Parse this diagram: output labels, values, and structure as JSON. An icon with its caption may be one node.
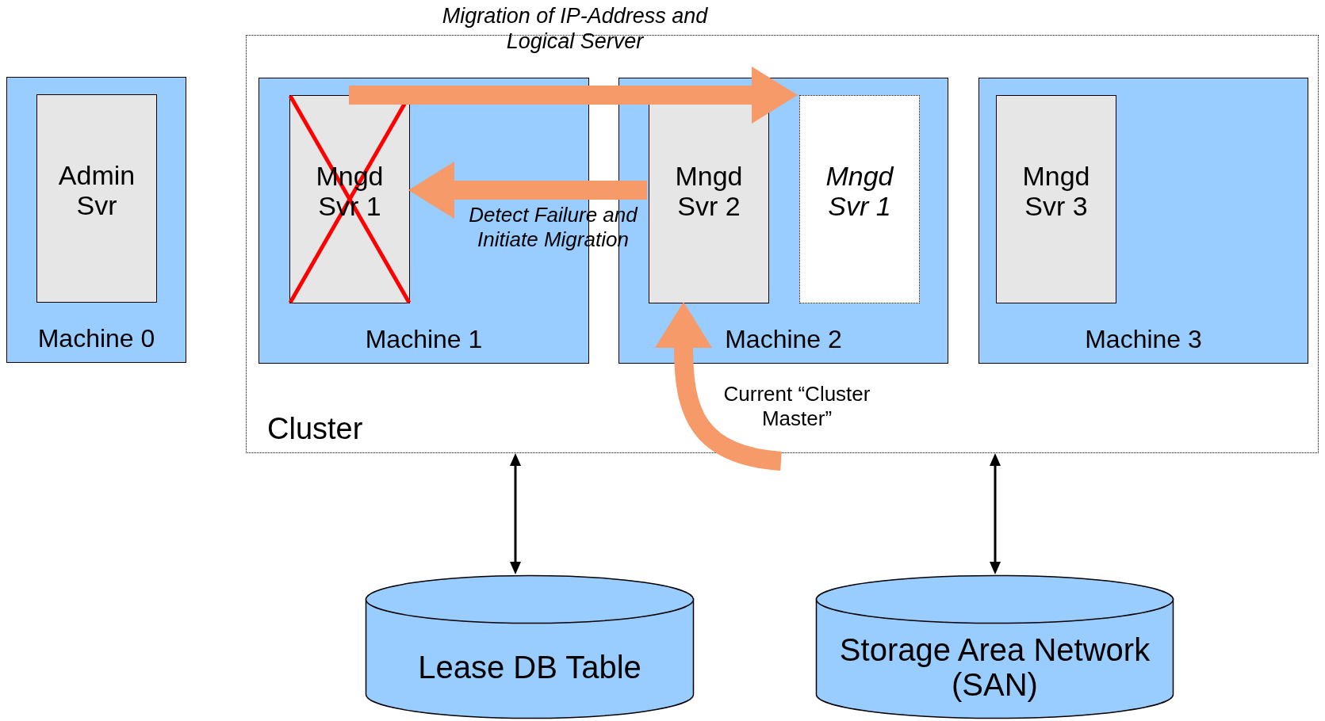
{
  "diagram": {
    "nodes": [
      {
        "text": [
          "Machine 0"
        ]
      },
      {
        "text": [
          "Admin Svr"
        ],
        "in": 0
      },
      {
        "text": [
          "Cluster"
        ]
      },
      {
        "text": [
          "Machine 1"
        ],
        "in": 2
      },
      {
        "text": [
          "Mngd Svr 1"
        ],
        "in": 3
      },
      {
        "text": [
          "Machine 2"
        ],
        "in": 2
      },
      {
        "text": [
          "Mngd Svr 2"
        ],
        "in": 5
      },
      {
        "text": [
          "Mngd Svr 1"
        ],
        "in": 5
      },
      {
        "text": [
          "Machine 3"
        ],
        "in": 2
      },
      {
        "text": [
          "Mngd Svr 3"
        ],
        "in": 8
      },
      {
        "text": [
          "Lease DB Table"
        ]
      },
      {
        "text": [
          "Storage Area Network (SAN)"
        ]
      }
    ],
    "edges": [
      {
        "from": 4,
        "to": 7,
        "arrow": "to"
      },
      {
        "from": 6,
        "to": 4,
        "arrow": "to",
        "label": "Detect Failure and Initiate Migration"
      },
      {
        "from": null,
        "to": 6,
        "arrow": "to",
        "label": "Current “Cluster Master”"
      },
      {
        "from": 2,
        "to": 10,
        "arrow": "both",
        "color": "#000000"
      },
      {
        "from": 2,
        "to": 11,
        "arrow": "both",
        "color": "#000000"
      }
    ],
    "labels": [
      "Migration of IP-Address and Logical Server"
    ]
  }
}
